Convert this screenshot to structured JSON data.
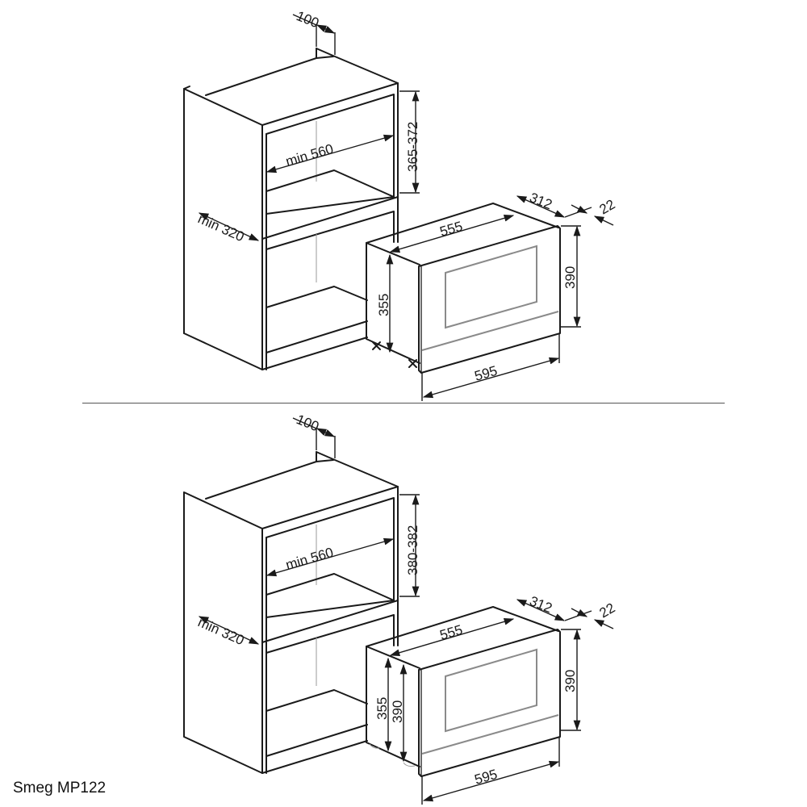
{
  "caption": "Smeg MP122",
  "colors": {
    "line": "#1a1a1a",
    "window": "#8a8a8a",
    "background": "#ffffff"
  },
  "views": [
    {
      "id": "top",
      "cabinet": {
        "depth_offset": "100",
        "niche_width": "min 560",
        "niche_depth": "min 320",
        "niche_height": "365-372"
      },
      "appliance": {
        "depth": "312",
        "frame": "22",
        "body_width": "555",
        "body_height": "355",
        "front_height": "390",
        "front_width": "595"
      }
    },
    {
      "id": "bottom",
      "cabinet": {
        "depth_offset": "100",
        "niche_width": "min 560",
        "niche_depth": "min 320",
        "niche_height": "380-382"
      },
      "appliance": {
        "depth": "312",
        "frame": "22",
        "body_width": "555",
        "body_height": "355",
        "body_height_alt": "390",
        "front_height": "390",
        "front_width": "595"
      }
    }
  ]
}
